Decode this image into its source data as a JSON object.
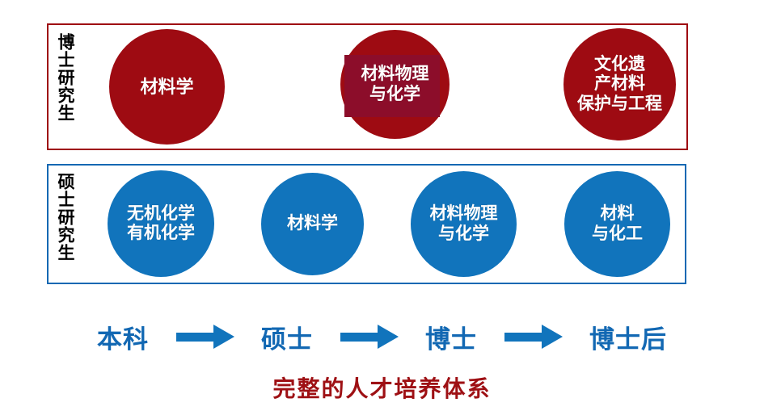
{
  "diagram": {
    "caption": "完整的人才培养体系",
    "colors": {
      "red": "#9E0B12",
      "red_text_plate": "#8C0D2A",
      "blue": "#1174BC",
      "blue_border": "#1268B3",
      "caption_red": "#9E1014",
      "background": "#FFFFFF"
    },
    "rows": [
      {
        "id": "doctor",
        "label": "博士研究生",
        "accent": "#9E0B12",
        "nodes": [
          {
            "id": "d1",
            "lines": [
              "材料学"
            ]
          },
          {
            "id": "d2",
            "lines": [
              "材料物理",
              "与化学"
            ],
            "has_text_plate": true
          },
          {
            "id": "d3",
            "lines": [
              "文化遗",
              "产材料",
              "保护与工程"
            ]
          }
        ]
      },
      {
        "id": "master",
        "label": "硕士研究生",
        "accent": "#1174BC",
        "nodes": [
          {
            "id": "m1",
            "lines": [
              "无机化学",
              "有机化学"
            ]
          },
          {
            "id": "m2",
            "lines": [
              "材料学"
            ]
          },
          {
            "id": "m3",
            "lines": [
              "材料物理",
              "与化学"
            ]
          },
          {
            "id": "m4",
            "lines": [
              "材料",
              "与化工"
            ]
          }
        ]
      }
    ],
    "ladder": {
      "steps": [
        "本科",
        "硕士",
        "博士",
        "博士后"
      ],
      "arrow_icon": "right-arrow-icon"
    }
  }
}
